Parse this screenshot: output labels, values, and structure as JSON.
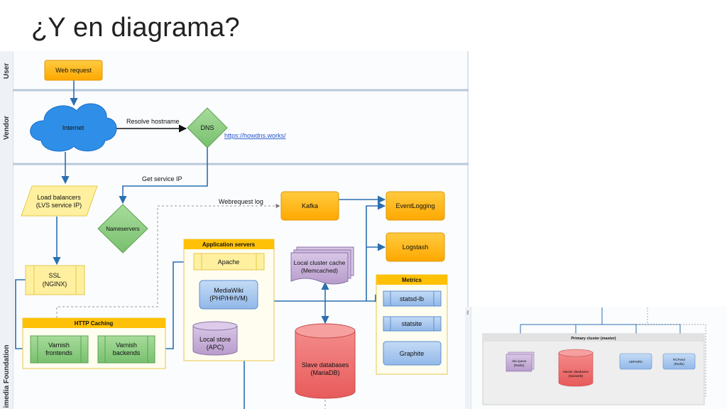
{
  "slide": {
    "title": "¿Y en diagrama?"
  },
  "lanes": {
    "user": "User",
    "vendor": "Vendor",
    "foundation": "imedia Foundation",
    "right_partial": "kiki"
  },
  "nodes": {
    "web_request": "Web request",
    "internet": "Internet",
    "dns": "DNS",
    "dns_link": "https://howdns.works/",
    "load_balancers_l1": "Load balancers",
    "load_balancers_l2": "(LVS service IP)",
    "nameservers": "Nameservers",
    "ssl_l1": "SSL",
    "ssl_l2": "(NGINX)",
    "http_caching": "HTTP Caching",
    "varnish_frontends_l1": "Varnish",
    "varnish_frontends_l2": "frontends",
    "varnish_backends_l1": "Varnish",
    "varnish_backends_l2": "backends",
    "application_servers": "Application servers",
    "apache": "Apache",
    "mediawiki_l1": "MediaWiki",
    "mediawiki_l2": "(PHP/HHVM)",
    "local_store_l1": "Local store",
    "local_store_l2": "(APC)",
    "kafka": "Kafka",
    "event_logging": "EventLogging",
    "logstash": "Logstash",
    "cluster_cache_l1": "Local cluster cache",
    "cluster_cache_l2": "(Memcached)",
    "metrics": "Metrics",
    "statsd_lb": "statsd-lb",
    "statsite": "statsite",
    "graphite": "Graphite",
    "slave_db_l1": "Slave databases",
    "slave_db_l2": "(MariaDB)"
  },
  "edges": {
    "resolve_hostname": "Resolve hostname",
    "get_service_ip": "Get service IP",
    "webrequest_log": "Webrequest log"
  },
  "inset": {
    "primary_cluster": "Primary cluster (master)",
    "job_queue_l1": "Job queue",
    "job_queue_l2": "(Redis)",
    "master_db_l1": "Master databases",
    "master_db_l2": "(MariaDB)",
    "udp2irc": "UDP2IRC",
    "rcfeed_l1": "RCFeed",
    "rcfeed_l2": "(Redis)"
  },
  "colors": {
    "orange": "#ffb300",
    "blue_cloud": "#2f8fe8",
    "green": "#7fc97f",
    "yellow": "#fff0a0",
    "purple": "#c8b2d8",
    "red": "#f07070",
    "light_blue": "#a7c7ee",
    "arrow": "#2a6fb0"
  }
}
